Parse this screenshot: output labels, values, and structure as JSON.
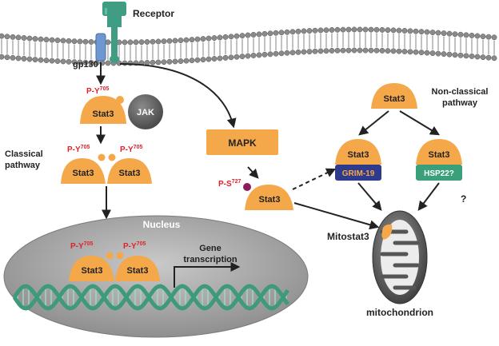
{
  "labels": {
    "receptor": "Receptor",
    "gp130": "gp130",
    "jak": "JAK",
    "classical_line1": "Classical",
    "classical_line2": "pathway",
    "nonclassical_line1": "Non-classical",
    "nonclassical_line2": "pathway",
    "nucleus": "Nucleus",
    "mapk": "MAPK",
    "gene_line1": "Gene",
    "gene_line2": "transcription",
    "mitostat3": "Mitostat3",
    "mitochondrion": "mitochondrion",
    "question": "?"
  },
  "phospho": {
    "py_base": "P-Y",
    "py_sup": "705",
    "ps_base": "P-S",
    "ps_sup": "727"
  },
  "stat3": {
    "label": "Stat3"
  },
  "partners": {
    "grim19": "GRIM-19",
    "hsp22": "HSP22?"
  },
  "colors": {
    "stat3_orange": "#F4A84A",
    "phospho_red": "#E0212B",
    "receptor_green": "#3F9D83",
    "gp130_blue": "#6F97CF",
    "jak_gray": "#6E6E6E",
    "mapk_orange": "#F4A84A",
    "grim19_navy": "#2E3A8C",
    "hsp22_green": "#3AA07A",
    "nucleus_gray": "#9A9A9A",
    "dna_green": "#3E9A7A",
    "serine_purple": "#8E1B5A"
  }
}
